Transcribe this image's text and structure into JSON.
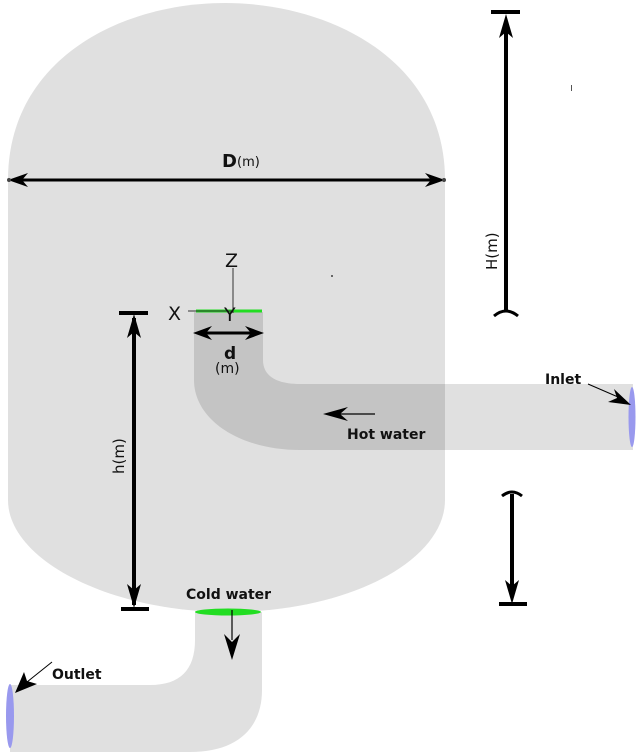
{
  "diagram": {
    "title": "Storage tank schematic",
    "labels": {
      "tank_diameter": "D",
      "tank_diameter_unit": "(m)",
      "tank_height": "H(m)",
      "inlet_height": "h(m)",
      "pipe_diameter": "d",
      "pipe_diameter_unit": "(m)",
      "axis_x": "X",
      "axis_y": "Y",
      "axis_z": "Z",
      "inlet": "Inlet",
      "outlet": "Outlet",
      "hot_water": "Hot water",
      "cold_water": "Cold water"
    },
    "colors": {
      "tank_fill": "#e0e0e0",
      "pipe_inner_fill": "#c4c4c4",
      "port_inlet_outlet": "#9999ee",
      "port_water_surface": "#22dd22",
      "dimension_line": "#000000"
    }
  }
}
